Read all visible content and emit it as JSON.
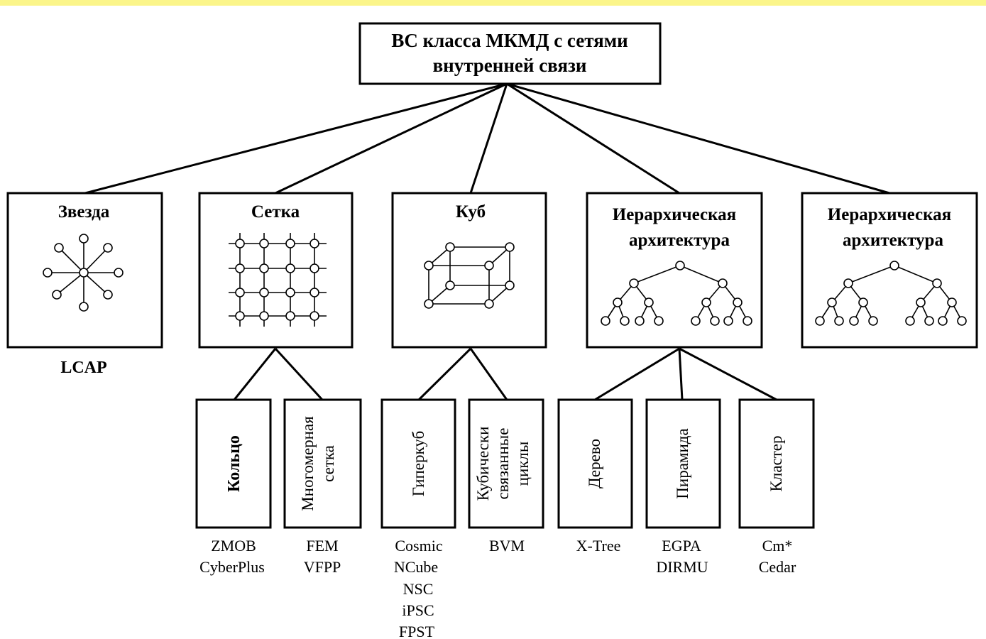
{
  "root": {
    "title_line1": "ВС класса МКМД с сетями",
    "title_line2": "внутренней связи"
  },
  "categories": [
    {
      "label_line1": "Звезда",
      "label_line2": "",
      "icon": "star-topology-icon",
      "examples": [
        "LCAP"
      ]
    },
    {
      "label_line1": "Сетка",
      "label_line2": "",
      "icon": "mesh-topology-icon",
      "examples": []
    },
    {
      "label_line1": "Куб",
      "label_line2": "",
      "icon": "cube-topology-icon",
      "examples": []
    },
    {
      "label_line1": "Иерархическая",
      "label_line2": "архитектура",
      "icon": "tree-topology-icon",
      "examples": []
    },
    {
      "label_line1": "Иерархическая",
      "label_line2": "архитектура",
      "icon": "tree-topology-icon",
      "examples": []
    }
  ],
  "subcategories": [
    {
      "parent": "Сетка",
      "label_lines": [
        "Кольцо"
      ],
      "examples": [
        "ZMOB",
        "CyberPlus"
      ]
    },
    {
      "parent": "Сетка",
      "label_lines": [
        "Многомерная",
        "сетка"
      ],
      "examples": [
        "FEM",
        "VFPP"
      ]
    },
    {
      "parent": "Куб",
      "label_lines": [
        "Гиперкуб"
      ],
      "examples": [
        "Cosmic",
        "NCube",
        "NSC",
        "iPSC",
        "FPST"
      ]
    },
    {
      "parent": "Куб",
      "label_lines": [
        "Кубически",
        "связанные",
        "циклы"
      ],
      "examples": [
        "BVM"
      ]
    },
    {
      "parent": "Иерархическая архитектура",
      "label_lines": [
        "Дерево"
      ],
      "examples": [
        "X-Tree"
      ]
    },
    {
      "parent": "Иерархическая архитектура",
      "label_lines": [
        "Пирамида"
      ],
      "examples": [
        "EGPA",
        "DIRMU"
      ]
    },
    {
      "parent": "Иерархическая архитектура",
      "label_lines": [
        "Кластер"
      ],
      "examples": [
        "Cm*",
        "Cedar"
      ]
    }
  ],
  "colors": {
    "top_band": "#fbf58a",
    "ink": "#000000",
    "background": "#ffffff"
  }
}
